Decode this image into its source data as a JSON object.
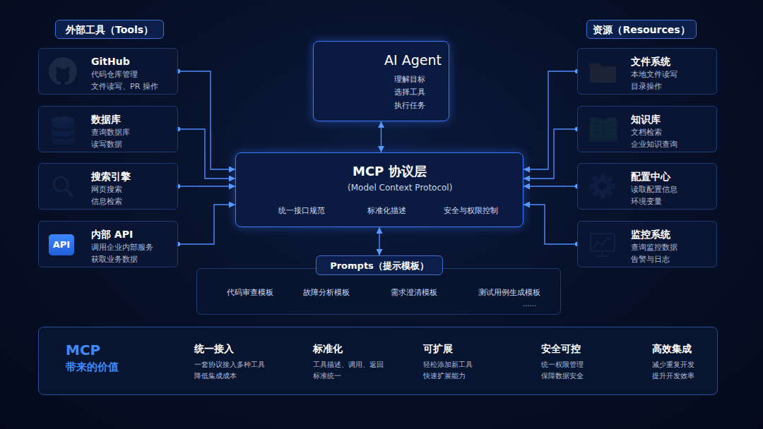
{
  "diagram": {
    "nodes": [
      {
        "text": [
          "外部工具（Tools）"
        ]
      },
      {
        "text": [
          "AI Agent",
          "理解目标",
          "选择工具",
          "执行任务"
        ]
      },
      {
        "text": [
          "资源（Resources）"
        ]
      },
      {
        "text": [
          "GitHub",
          "代码仓库管理",
          "文件读写、PR 操作"
        ]
      },
      {
        "text": [
          "数据库",
          "查询数据库",
          "读写数据"
        ]
      },
      {
        "text": [
          "搜索引擎",
          "网页搜索",
          "信息检索"
        ]
      },
      {
        "text": [
          "内部 API",
          "调用企业内部服务",
          "获取业务数据"
        ]
      },
      {
        "text": [
          "API"
        ],
        "in": 6
      },
      {
        "text": [
          "MCP 协议层",
          "(Model Context Protocol)",
          "统一接口规范",
          "标准化描述",
          "安全与权限控制"
        ]
      },
      {
        "text": [
          "文件系统",
          "本地文件读写",
          "目录操作"
        ]
      },
      {
        "text": [
          "知识库",
          "文档检索",
          "企业知识查询"
        ]
      },
      {
        "text": [
          "配置中心",
          "读取配置信息",
          "环境变量"
        ]
      },
      {
        "text": [
          "监控系统",
          "查询监控数据",
          "告警与日志"
        ]
      },
      {
        "text": [
          "Prompts（提示模板）"
        ]
      },
      {
        "text": [
          "代码审查模板",
          "故障分析模板",
          "需求澄清模板",
          "测试用例生成模板",
          "......"
        ]
      },
      {
        "text": [
          "MCP",
          "带来的价值",
          "统一接入",
          "一套协议接入多种工具",
          "降低集成成本",
          "标准化",
          "工具描述、调用、返回",
          "标准统一",
          "可扩展",
          "轻松添加新工具",
          "快速扩展能力",
          "安全可控",
          "统一权限管理",
          "保障数据安全",
          "高效集成",
          "减少重复开发",
          "提升开发效率"
        ]
      }
    ],
    "edges": [
      {
        "from": 1,
        "to": 8,
        "arrow": "both"
      },
      {
        "from": 3,
        "to": 8,
        "arrow": "to"
      },
      {
        "from": 4,
        "to": 8,
        "arrow": "to"
      },
      {
        "from": 5,
        "to": 8,
        "arrow": "to"
      },
      {
        "from": 6,
        "to": 8,
        "arrow": "to"
      },
      {
        "from": 9,
        "to": 8,
        "arrow": "to"
      },
      {
        "from": 10,
        "to": 8,
        "arrow": "to"
      },
      {
        "from": 11,
        "to": 8,
        "arrow": "to"
      },
      {
        "from": 12,
        "to": 8,
        "arrow": "to"
      },
      {
        "from": 8,
        "to": 13,
        "arrow": "both"
      }
    ]
  }
}
